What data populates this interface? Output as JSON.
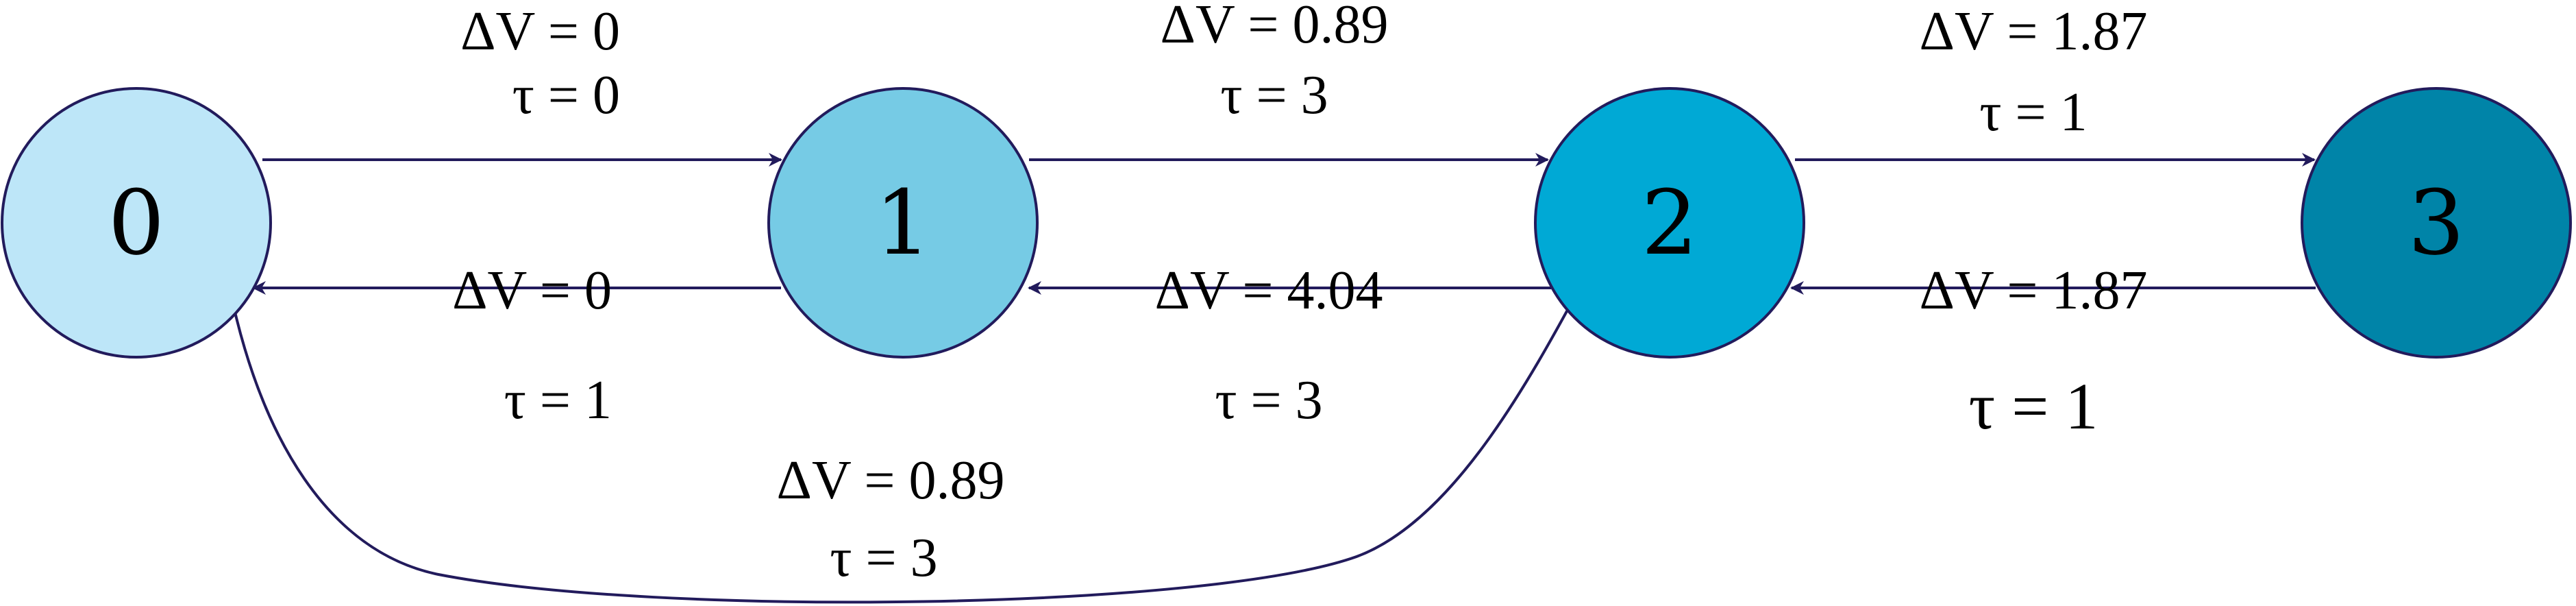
{
  "nodes": [
    {
      "id": "0",
      "label": "0",
      "fill": "#bde6f8"
    },
    {
      "id": "1",
      "label": "1",
      "fill": "#76cbe5"
    },
    {
      "id": "2",
      "label": "2",
      "fill": "#00a9d5"
    },
    {
      "id": "3",
      "label": "3",
      "fill": "#0084a8"
    }
  ],
  "edges": [
    {
      "from": "0",
      "to": "1",
      "dv": "ΔV = 0",
      "tau": "τ = 0"
    },
    {
      "from": "1",
      "to": "2",
      "dv": "ΔV = 0.89",
      "tau": "τ = 3"
    },
    {
      "from": "2",
      "to": "3",
      "dv": "ΔV = 1.87",
      "tau": "τ = 1"
    },
    {
      "from": "1",
      "to": "0",
      "dv": "ΔV = 0",
      "tau": "τ = 1"
    },
    {
      "from": "2",
      "to": "1",
      "dv": "ΔV = 4.04",
      "tau": "τ = 3"
    },
    {
      "from": "3",
      "to": "2",
      "dv": "ΔV = 1.87",
      "tau": "τ = 1"
    },
    {
      "from": "2",
      "to": "0",
      "dv": "ΔV = 0.89",
      "tau": "τ = 3"
    }
  ],
  "colors": {
    "edge": "#221b5c",
    "node_stroke": "#221b5c"
  }
}
